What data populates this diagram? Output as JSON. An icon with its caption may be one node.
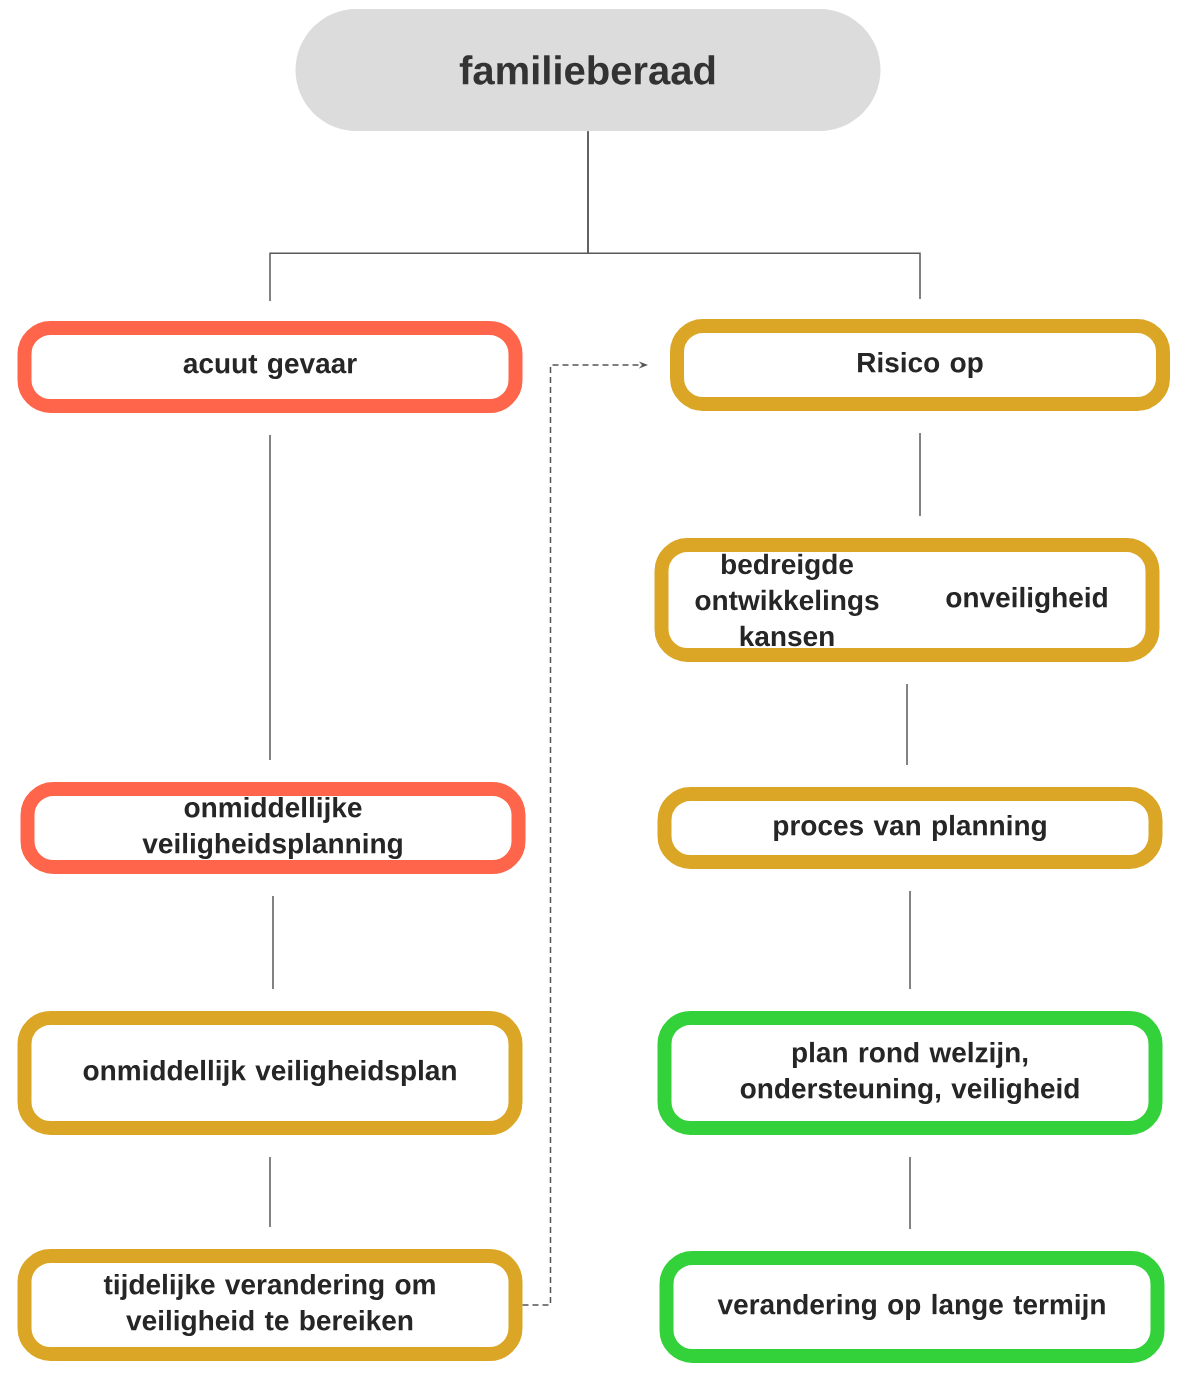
{
  "diagram": {
    "nodes": [
      {
        "text": [
          "familieberaad"
        ]
      },
      {
        "text": [
          "acuut gevaar"
        ]
      },
      {
        "text": [
          "Risico op"
        ]
      },
      {
        "text": [
          "bedreigde ontwikkelings kansen",
          "onveiligheid"
        ]
      },
      {
        "text": [
          "onmiddellijke veiligheidsplanning"
        ]
      },
      {
        "text": [
          "proces van planning"
        ]
      },
      {
        "text": [
          "onmiddellijk veiligheidsplan"
        ]
      },
      {
        "text": [
          "plan rond welzijn, ondersteuning, veiligheid"
        ]
      },
      {
        "text": [
          "tijdelijke verandering om veiligheid te bereiken"
        ]
      },
      {
        "text": [
          "verandering op lange termijn"
        ]
      }
    ],
    "edges": [
      {
        "from": 0,
        "to": 1,
        "arrow": "none"
      },
      {
        "from": 0,
        "to": 2,
        "arrow": "none"
      },
      {
        "from": 1,
        "to": 4,
        "arrow": "none"
      },
      {
        "from": 2,
        "to": 3,
        "arrow": "none"
      },
      {
        "from": 3,
        "to": 5,
        "arrow": "none"
      },
      {
        "from": 4,
        "to": 6,
        "arrow": "none"
      },
      {
        "from": 5,
        "to": 7,
        "arrow": "none"
      },
      {
        "from": 6,
        "to": 8,
        "arrow": "none"
      },
      {
        "from": 7,
        "to": 9,
        "arrow": "none"
      },
      {
        "from": 8,
        "to": 2,
        "arrow": "to",
        "style": "dashed",
        "color": "#555555"
      }
    ]
  }
}
